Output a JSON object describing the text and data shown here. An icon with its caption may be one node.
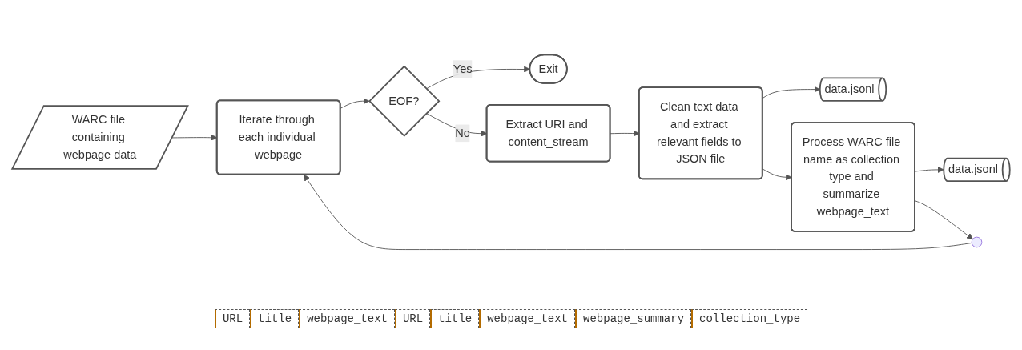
{
  "diagram": {
    "nodes": [
      {
        "text": [
          "WARC file containing webpage data"
        ]
      },
      {
        "text": [
          "Iterate through each individual webpage"
        ]
      },
      {
        "text": [
          "EOF?"
        ]
      },
      {
        "text": [
          "Exit"
        ]
      },
      {
        "text": [
          "Extract URI and content_stream"
        ]
      },
      {
        "text": [
          "Clean text data and extract relevant fields to JSON file"
        ]
      },
      {
        "text": [
          "data.jsonl"
        ]
      },
      {
        "text": [
          "Process WARC file name as collection type and summarize webpage_text"
        ]
      },
      {
        "text": [
          "data.jsonl"
        ]
      },
      {
        "text": [],
        "shape": "circle"
      }
    ],
    "edges": [
      {
        "from": 0,
        "to": 1,
        "arrow": "to"
      },
      {
        "from": 1,
        "to": 2,
        "arrow": "to"
      },
      {
        "from": 2,
        "to": 3,
        "label": "Yes",
        "arrow": "to"
      },
      {
        "from": 2,
        "to": 4,
        "label": "No",
        "arrow": "to"
      },
      {
        "from": 4,
        "to": 5,
        "arrow": "to"
      },
      {
        "from": 5,
        "to": 6,
        "arrow": "to"
      },
      {
        "from": 5,
        "to": 7,
        "arrow": "to"
      },
      {
        "from": 7,
        "to": 8,
        "arrow": "to"
      },
      {
        "from": 7,
        "to": 9,
        "arrow": "to"
      },
      {
        "from": 9,
        "to": 1,
        "arrow": "to"
      }
    ],
    "labels": [
      "URL",
      "title",
      "webpage_text",
      "URL",
      "title",
      "webpage_text",
      "webpage_summary",
      "collection_type"
    ]
  }
}
